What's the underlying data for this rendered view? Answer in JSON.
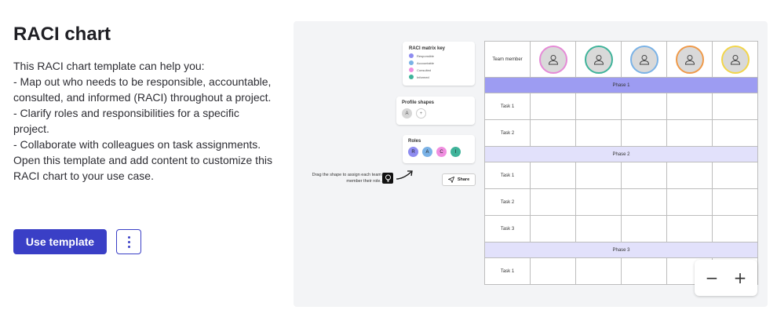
{
  "title": "RACI chart",
  "description": [
    "This RACI chart template can help you:",
    "- Map out who needs to be responsible, accountable, consulted, and informed (RACI) throughout a project.",
    "- Clarify roles and responsibilities for a specific project.",
    "- Collaborate with colleagues on task assignments.",
    "Open this template and add content to customize this RACI chart to your use case."
  ],
  "actions": {
    "use_template": "Use template"
  },
  "preview": {
    "key_card": {
      "title": "RACI matrix key",
      "items": [
        {
          "label": "Responsible",
          "color": "#8e8cf0"
        },
        {
          "label": "Accountable",
          "color": "#7ab2e6"
        },
        {
          "label": "Consulted",
          "color": "#f08ee0"
        },
        {
          "label": "Informed",
          "color": "#3fb39a"
        }
      ]
    },
    "shapes_card": {
      "title": "Profile shapes",
      "avatar_letter": "A",
      "add_symbol": "+"
    },
    "roles_card": {
      "title": "Roles",
      "roles": [
        {
          "letter": "R",
          "color": "#8e8cf0"
        },
        {
          "letter": "A",
          "color": "#7ab2e6"
        },
        {
          "letter": "C",
          "color": "#f08ee0"
        },
        {
          "letter": "I",
          "color": "#3fb39a"
        }
      ]
    },
    "drag_hint": "Drag the shape to assign each team member their role.",
    "share": "Share",
    "grid": {
      "header_label": "Team member",
      "avatar_colors": [
        "#e58ad6",
        "#3fb39a",
        "#7ab2e6",
        "#ef9a4a",
        "#f2d54a"
      ],
      "phases": [
        {
          "name": "Phase 1",
          "color": "#9d9cf2",
          "tasks": [
            "Task 1",
            "Task 2"
          ]
        },
        {
          "name": "Phase 2",
          "color": "#e2e1fb",
          "tasks": [
            "Task 1",
            "Task 2",
            "Task 3"
          ]
        },
        {
          "name": "Phase 3",
          "color": "#e2e1fb",
          "tasks": [
            "Task 1"
          ]
        }
      ]
    }
  }
}
